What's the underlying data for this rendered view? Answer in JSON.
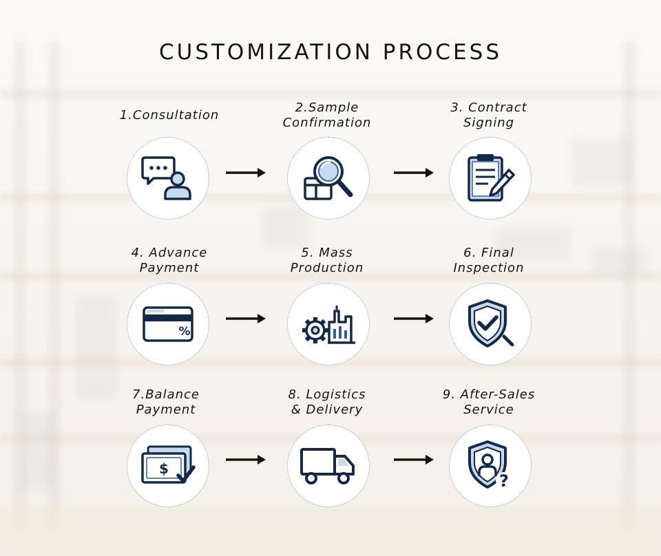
{
  "title": "CUSTOMIZATION PROCESS",
  "colors": {
    "icon_navy": "#13294b",
    "icon_blue": "#2d5fa8",
    "icon_light": "#c9d9ee",
    "text": "#141414",
    "circle_border": "#8e9a9a"
  },
  "steps": [
    {
      "label": "1.Consultation",
      "icon": "chat-user-icon"
    },
    {
      "label": "2.Sample\nConfirmation",
      "icon": "box-magnifier-icon"
    },
    {
      "label": "3. Contract\nSigning",
      "icon": "clipboard-pen-icon"
    },
    {
      "label": "4. Advance\nPayment",
      "icon": "credit-card-percent-icon"
    },
    {
      "label": "5. Mass\nProduction",
      "icon": "gear-factory-icon"
    },
    {
      "label": "6. Final\nInspection",
      "icon": "shield-check-icon"
    },
    {
      "label": "7.Balance\nPayment",
      "icon": "cash-check-icon"
    },
    {
      "label": "8. Logistics\n& Delivery",
      "icon": "delivery-truck-icon"
    },
    {
      "label": "9. After-Sales\nService",
      "icon": "shield-user-question-icon"
    }
  ]
}
